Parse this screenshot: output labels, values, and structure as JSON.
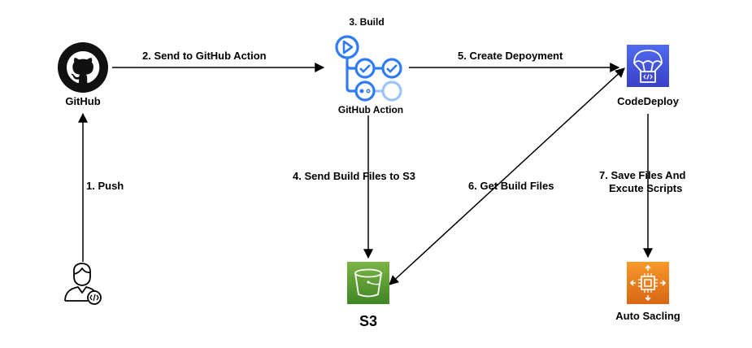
{
  "nodes": {
    "github": {
      "label": "GitHub"
    },
    "action": {
      "label": "GitHub Action",
      "step": "3. Build"
    },
    "codedeploy": {
      "label": "CodeDeploy"
    },
    "s3": {
      "label": "S3"
    },
    "autoscaling": {
      "label": "Auto Sacling"
    },
    "developer": {
      "label": ""
    }
  },
  "edges": {
    "push": "1. Push",
    "send_action": "2. Send to GitHub Action",
    "send_build": "4. Send Build Files to S3",
    "create_deploy": "5. Create Depoyment",
    "get_build": "6. Get Build Files",
    "save_files_line1": "7. Save Files And",
    "save_files_line2": "Excute Scripts"
  },
  "colors": {
    "github_bg": "#111111",
    "action_blue": "#2f7cf5",
    "action_light": "#9ac4fb",
    "codedeploy_top": "#4f6bf0",
    "codedeploy_bottom": "#3a41c8",
    "s3_top": "#7cb444",
    "s3_bottom": "#3f8624",
    "autoscaling_top": "#f79a2a",
    "autoscaling_bottom": "#d86613",
    "line": "#000000"
  },
  "icons": {
    "github": "github-octocat-icon",
    "action": "github-actions-workflow-icon",
    "codedeploy": "parachute-code-icon",
    "s3": "bucket-icon",
    "autoscaling": "chip-arrows-icon",
    "developer": "developer-user-icon"
  }
}
